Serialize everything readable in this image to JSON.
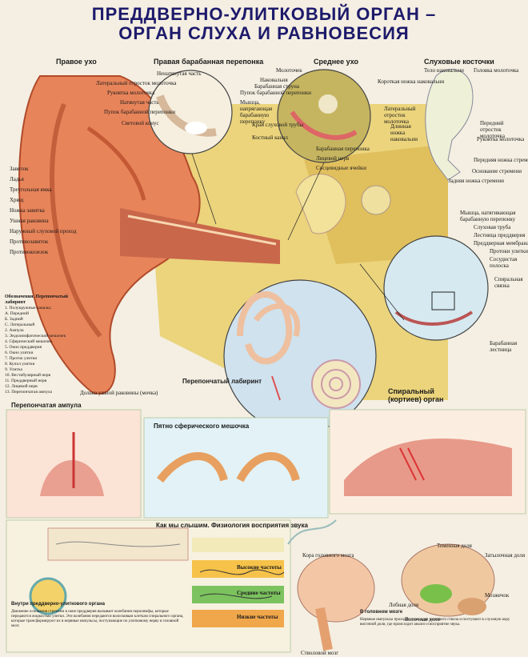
{
  "title": {
    "line1": "ПРЕДДВЕРНО-УЛИТКОВЫЙ ОРГАН –",
    "line2": "ОРГАН СЛУХА И РАВНОВЕСИЯ"
  },
  "sections": {
    "right_ear": "Правое ухо",
    "right_tympanum": "Правая барабанная перепонка",
    "middle_ear": "Среднее ухо",
    "ossicles": "Слуховые косточки",
    "membranous_labyrinth": "Перепончатый лабиринт",
    "spiral_organ": "Спиральный (кортиев) орган",
    "membranous_ampulla": "Перепончатая ампула",
    "macula": "Пятно сферического мешочка",
    "how_we_hear": "Как мы слышим. Физиология восприятия звука",
    "inside_organ": "Внутри преддверно-улиткового органа",
    "in_brain": "В головном мозге"
  },
  "ear_labels": [
    "Завиток",
    "Ладья",
    "Треугольная ямка",
    "Хрящ",
    "Ножка завитка",
    "Ушная раковина",
    "Наружный слуховой проход",
    "Противозавиток",
    "Противокозелок",
    "Долька ушной раковины (мочка)"
  ],
  "tympanum_labels": [
    "Ненатянутая часть",
    "Латеральный отросток молоточка",
    "Рукоятка молоточка",
    "Натянутая часть",
    "Пупок барабанной перепонки",
    "Световой конус"
  ],
  "middle_labels": [
    "Молоточек",
    "Наковальня",
    "Барабанная струна",
    "Пупок барабанной перепонки",
    "Мышца, напрягающая барабанную перепонку",
    "Край слуховой трубы",
    "Костный канал",
    "Барабанная перепонка",
    "Лицевой нерв",
    "Сосцевидные ячейки"
  ],
  "ossicle_labels": [
    "Тело наковальни",
    "Головка молоточка",
    "Короткая ножка наковальни",
    "Латеральный отросток молоточка",
    "Длинная ножка наковальни",
    "Передний отросток молоточка",
    "Рукоятка молоточка",
    "Передняя ножка стремени",
    "Основание стремени",
    "Задняя ножка стремени"
  ],
  "right_labels": [
    "Мышца, натягивающая барабанную перепонку",
    "Слуховая труба",
    "Лестница преддверия",
    "Преддверная мембрана",
    "Протоки улитки",
    "Сосудистая полоска",
    "Спиральная связка",
    "Барабанная лестница"
  ],
  "legend": {
    "title": "Обозначения. Перепончатый лабиринт",
    "items": [
      "1. Полукружные каналы:",
      "А. Передний",
      "Б. Задний",
      "С. Латеральный",
      "2. Ампула",
      "3. Эндолимфатический мешочек",
      "4. Сферический мешочек",
      "5. Окно преддверия",
      "6. Окно улитки",
      "7. Проток улитки",
      "8. Купол улитки",
      "9. Улитка",
      "10. Вестибулярный нерв",
      "11. Преддверный нерв",
      "12. Лицевой нерв",
      "13. Перепончатая ампула"
    ]
  },
  "hearing_text": "Движение основания стремени в окне преддверия вызывает колебания перилимфы, которые передаются жидкостью улитки. Эти колебания передаются волосковым клеткам спирального органа, которые трансформируют их в нервные импульсы, поступающие по улитковому нерву в головной мозг.",
  "brain_text": "Нервные импульсы проходят через ядра мозгового ствола и поступают в слуховую кору височной доли, где происходит анализ и восприятие звука.",
  "brain_labels": [
    "Кора головного мозга",
    "Теменная доля",
    "Затылочная доля",
    "Лобная доля",
    "Височная доля",
    "Мозжечок",
    "Стволовой мозг"
  ],
  "freq_labels": [
    "Высокие частоты",
    "Средние частоты",
    "Низкие частоты"
  ],
  "colors": {
    "title": "#1d1a6b",
    "skin": "#e9875a",
    "bone": "#e7c75a",
    "cochlea": "#e8d9a6",
    "sky": "#cfe5f2"
  }
}
